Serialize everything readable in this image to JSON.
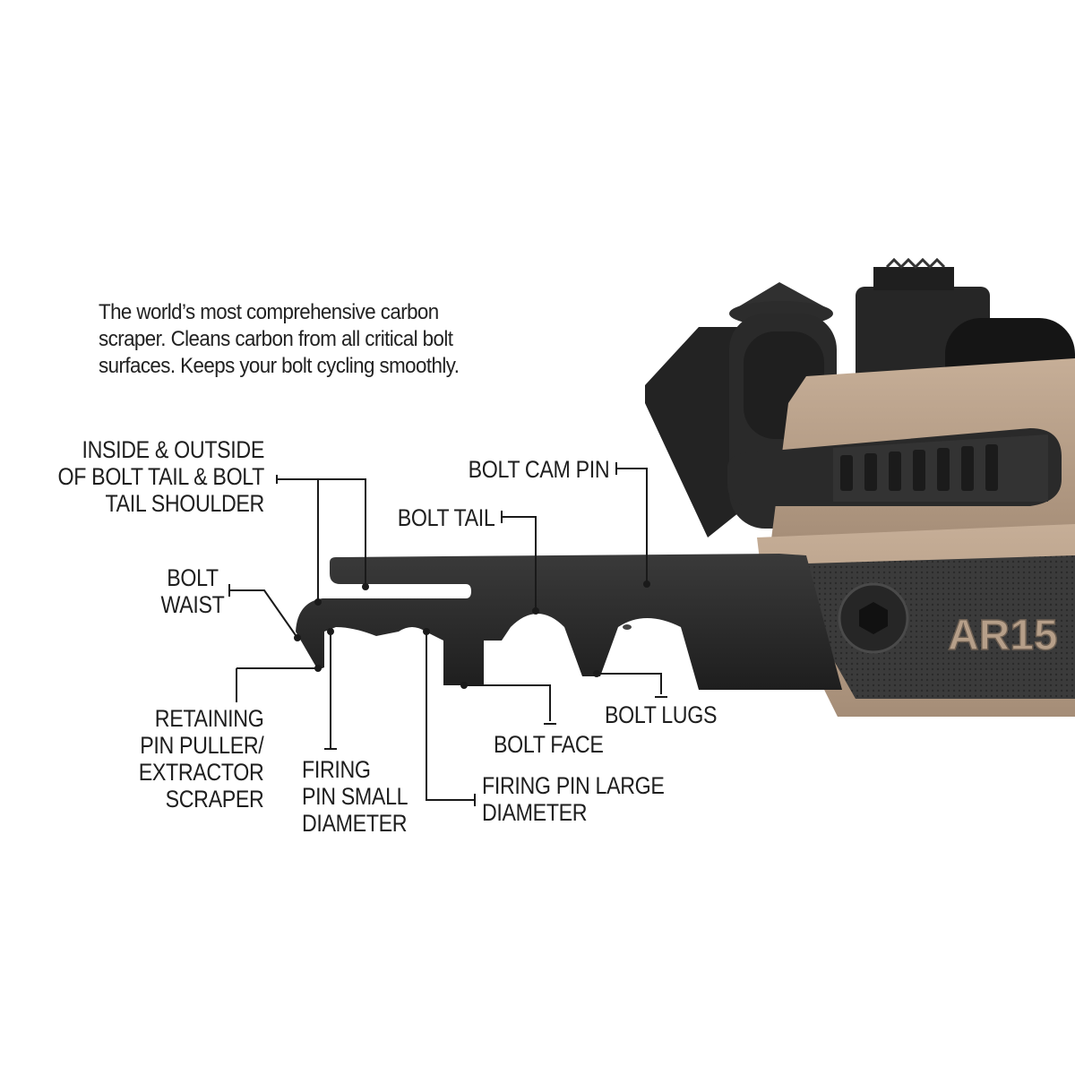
{
  "description": {
    "lines": [
      "The world’s most comprehensive carbon",
      "scraper. Cleans carbon from all critical bolt",
      "surfaces. Keeps your bolt cycling smoothly."
    ]
  },
  "labels": {
    "inside_outside": [
      "INSIDE & OUTSIDE",
      "OF BOLT TAIL & BOLT",
      "TAIL SHOULDER"
    ],
    "bolt_cam_pin": "BOLT CAM PIN",
    "bolt_tail": "BOLT TAIL",
    "bolt_waist": [
      "BOLT",
      "WAIST"
    ],
    "retaining_pin": [
      "RETAINING",
      "PIN PULLER/",
      "EXTRACTOR",
      "SCRAPER"
    ],
    "firing_pin_small": [
      "FIRING",
      "PIN SMALL",
      "DIAMETER"
    ],
    "firing_pin_large": [
      "FIRING PIN LARGE",
      "DIAMETER"
    ],
    "bolt_face": "BOLT FACE",
    "bolt_lugs": "BOLT LUGS"
  },
  "product": {
    "brand_text": "AR15"
  },
  "colors": {
    "steel": "#2b2b2b",
    "tan": "#b8a08a",
    "grip": "#3a3a3a",
    "leader": "#1a1a1a"
  }
}
